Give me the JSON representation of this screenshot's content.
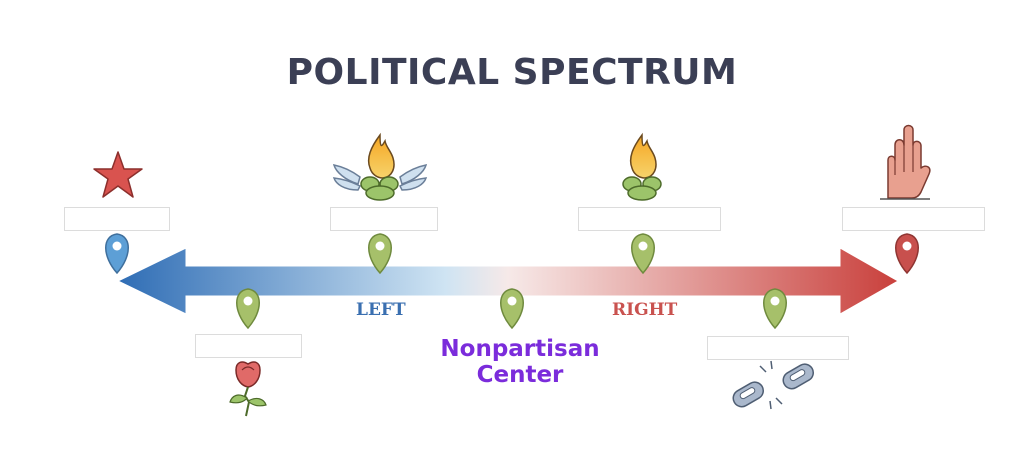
{
  "title": "POLITICAL SPECTRUM",
  "axis": {
    "left_label": "LEFT",
    "right_label": "RIGHT"
  },
  "center": {
    "line1": "Nonpartisan",
    "line2": "Center"
  },
  "colors": {
    "title": "#3b3f55",
    "left": "#3a78c2",
    "right": "#c9524f",
    "center_text": "#7b2cdb",
    "pin_green": "#a6c06a",
    "pin_blue": "#5d9fd6",
    "pin_red": "#c8504d"
  },
  "icons": [
    "star-icon",
    "winged-flame-icon",
    "flame-icon",
    "raised-hand-icon",
    "rose-icon",
    "broken-chain-icon"
  ]
}
